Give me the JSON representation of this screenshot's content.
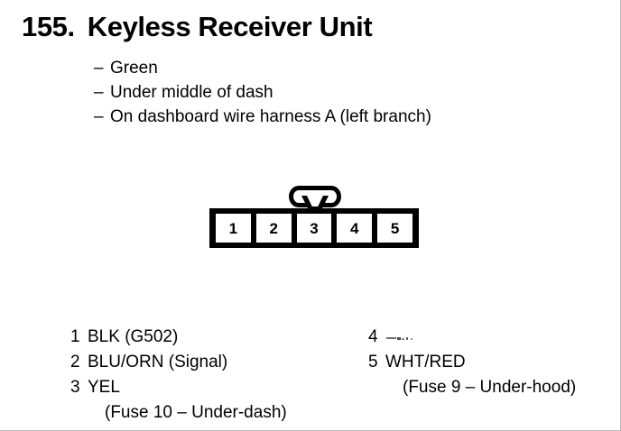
{
  "page": {
    "number": "155.",
    "title": "Keyless Receiver Unit"
  },
  "details": {
    "dash": "–",
    "items": [
      "Green",
      "Under middle of dash",
      "On dashboard wire harness A (left branch)"
    ]
  },
  "connector": {
    "name": "5-pin connector",
    "latch": "latch-tab",
    "cavities": [
      "1",
      "2",
      "3",
      "4",
      "5"
    ]
  },
  "legend": {
    "left": [
      {
        "pin": "1",
        "label": "BLK (G502)",
        "sub": ""
      },
      {
        "pin": "2",
        "label": "BLU/ORN (Signal)",
        "sub": ""
      },
      {
        "pin": "3",
        "label": "YEL",
        "sub": "(Fuse 10 – Under-dash)"
      }
    ],
    "right": [
      {
        "pin": "4",
        "label": "",
        "sub": ""
      },
      {
        "pin": "5",
        "label": "WHT/RED",
        "sub": "(Fuse 9 – Under-hood)"
      }
    ]
  }
}
